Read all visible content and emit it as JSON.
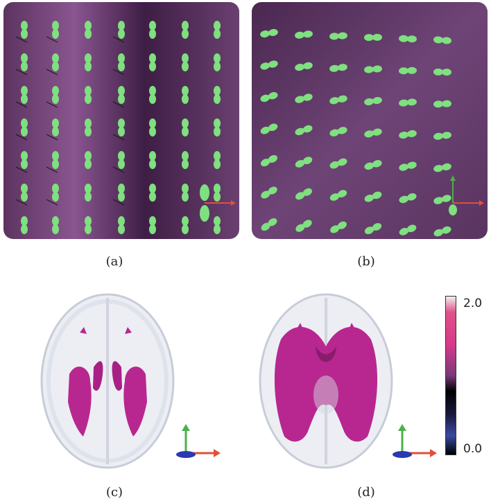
{
  "captions": {
    "a": "(a)",
    "b": "(b)",
    "c": "(c)",
    "d": "(d)"
  },
  "colorbar": {
    "max_label": "2.0",
    "min_label": "0.0"
  },
  "colors": {
    "glyph": "#7fe07f",
    "background_purple": "#6a3a6a",
    "brain_shell": "#e6e8f0",
    "tract": "#c0269a",
    "axis_x": "#e0503a",
    "axis_y": "#4ab04a",
    "axis_z": "#2a3ab0"
  }
}
